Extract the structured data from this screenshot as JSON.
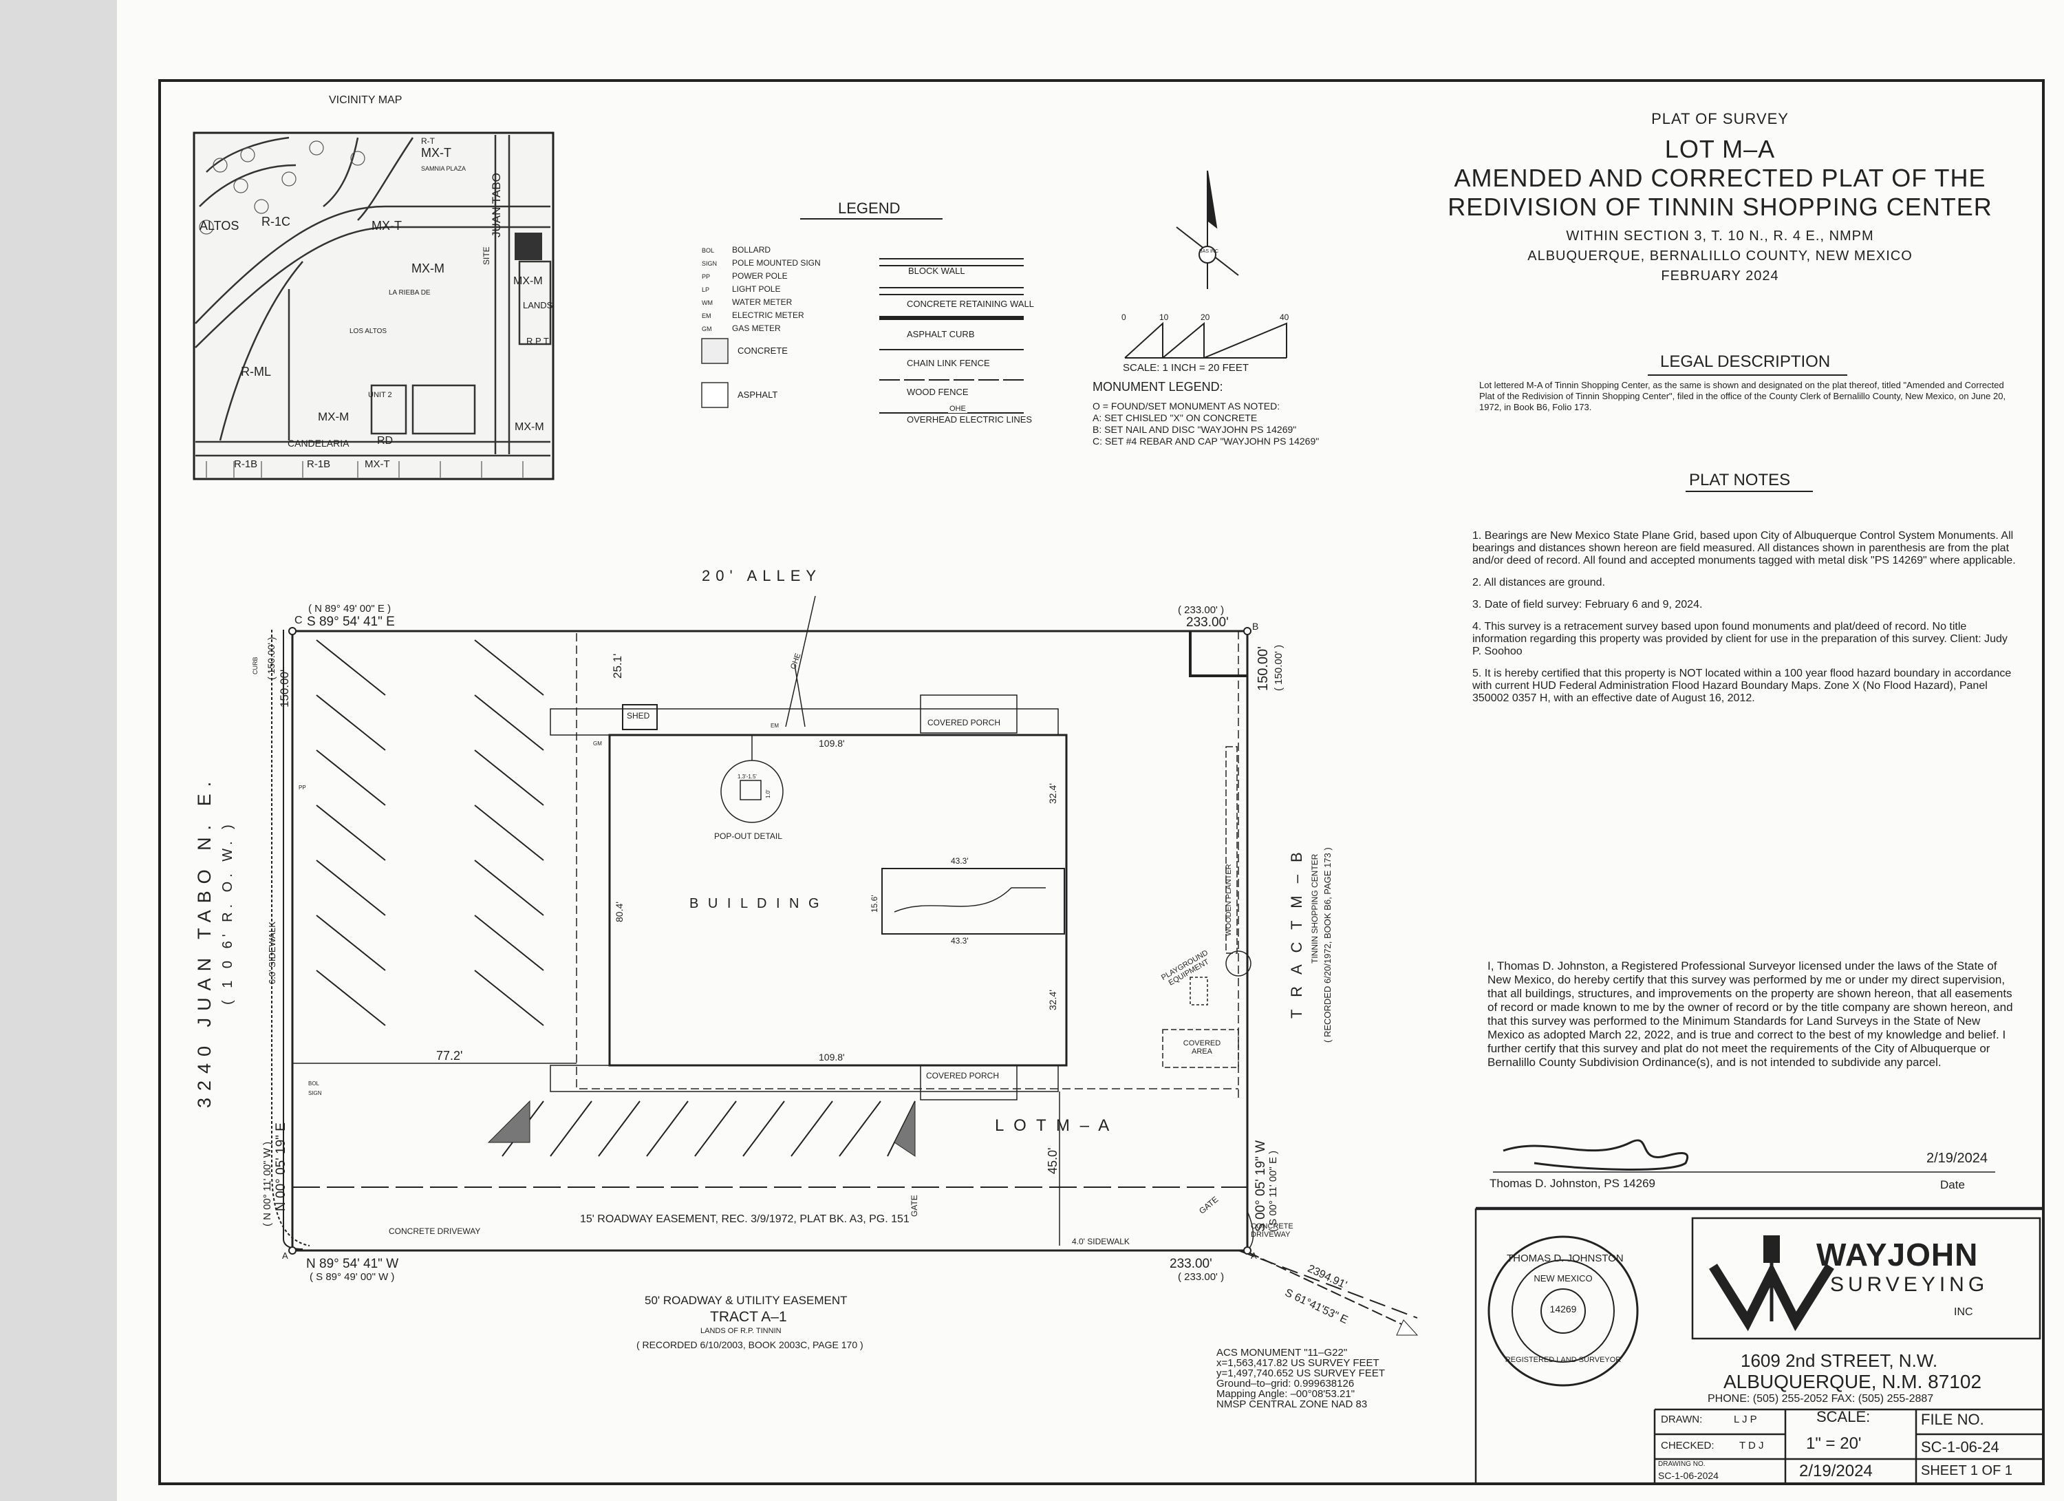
{
  "vicinity": {
    "title": "VICINITY MAP",
    "labels": {
      "mxt1": "MX-T",
      "mxt2": "MX-T",
      "rt": "R-T",
      "r1c": "R-1C",
      "mxm1": "MX-M",
      "mxm2": "MX-M",
      "mxm3": "MX-M",
      "mxm4": "MX-M",
      "rml": "R-ML",
      "r1b1": "R-1B",
      "r1b2": "R-1B",
      "mxt3": "MX-T",
      "altos": "ALTOS",
      "losaltos": "LOS ALTOS",
      "unit2": "UNIT 2",
      "candelaria": "CANDELARIA",
      "rd": "RD",
      "site": "SITE",
      "juantabo": "JUAN TABO",
      "lands": "LANDS",
      "rpt": "R P T",
      "samnia": "SAMNIA PLAZA",
      "larieba": "LA RIEBA DE"
    }
  },
  "legend": {
    "title": "LEGEND",
    "symbols": [
      {
        "code": "BOL",
        "label": "BOLLARD"
      },
      {
        "code": "SIGN",
        "label": "POLE MOUNTED SIGN"
      },
      {
        "code": "PP",
        "label": "POWER POLE"
      },
      {
        "code": "LP",
        "label": "LIGHT POLE"
      },
      {
        "code": "WM",
        "label": "WATER METER"
      },
      {
        "code": "EM",
        "label": "ELECTRIC METER"
      },
      {
        "code": "GM",
        "label": "GAS METER"
      }
    ],
    "areas": {
      "concrete": "CONCRETE",
      "asphalt": "ASPHALT"
    },
    "lines": {
      "block_wall": "BLOCK WALL",
      "retaining_wall": "CONCRETE RETAINING WALL",
      "asphalt_curb": "ASPHALT CURB",
      "chain_link": "CHAIN LINK FENCE",
      "wood_fence": "WOOD FENCE",
      "ohe": "OHE",
      "overhead": "OVERHEAD ELECTRIC LINES"
    }
  },
  "scale_bar": {
    "ticks": [
      "0",
      "10",
      "20",
      "40"
    ],
    "text": "SCALE:   1  INCH   =   20  FEET",
    "north_label": "BAS INC"
  },
  "monuments": {
    "title": "MONUMENT LEGEND:",
    "items": [
      "O = FOUND/SET MONUMENT AS NOTED:",
      "A:  SET CHISLED \"X\" ON CONCRETE",
      "B:  SET NAIL AND DISC \"WAYJOHN PS 14269\"",
      "C:  SET #4 REBAR AND CAP \"WAYJOHN PS 14269\""
    ]
  },
  "title_block": {
    "line1": "PLAT OF SURVEY",
    "line2": "LOT M–A",
    "line3": "AMENDED AND CORRECTED PLAT OF THE",
    "line4": "REDIVISION OF TINNIN SHOPPING CENTER",
    "line5": "WITHIN SECTION 3, T. 10 N., R. 4 E., NMPM",
    "line6": "ALBUQUERQUE, BERNALILLO COUNTY, NEW MEXICO",
    "line7": "FEBRUARY 2024"
  },
  "legal": {
    "title": "LEGAL DESCRIPTION",
    "text": "Lot lettered M-A of Tinnin Shopping Center, as the same is shown and designated on the plat thereof, titled \"Amended and Corrected Plat of the Redivision of Tinnin Shopping Center\", filed in the office of the County Clerk of Bernalillo County, New Mexico, on June 20, 1972, in Book B6, Folio 173."
  },
  "plat_notes": {
    "title": "PLAT NOTES",
    "items": [
      "1.  Bearings are New Mexico State Plane Grid, based upon City of Albuquerque Control System Monuments. All bearings and distances shown hereon are field measured. All distances shown in parenthesis are from the plat and/or deed of record. All found and accepted monuments tagged with metal disk \"PS 14269\" where applicable.",
      "2.  All distances are ground.",
      "3.  Date of field survey: February 6 and 9, 2024.",
      "4.  This survey is a retracement survey based upon found monuments and plat/deed of record. No title information regarding this property was provided by client for use in the preparation of this survey.  Client: Judy P. Soohoo",
      "5.  It is hereby certified that this property is NOT located within a 100 year flood hazard boundary in accordance with current HUD Federal Administration Flood Hazard Boundary Maps.  Zone X (No Flood Hazard), Panel 350002 0357 H, with an effective date of August 16, 2012."
    ]
  },
  "certification": {
    "text": "I, Thomas D. Johnston, a Registered Professional Surveyor licensed under the laws of the State of New Mexico, do hereby certify that this survey was performed by me or under my direct supervision, that all buildings, structures, and improvements on the property are shown hereon, that all easements of record or made known to me by the owner of record or by the title company are shown hereon, and that this survey was performed to the Minimum Standards for Land Surveys in the State of New Mexico as adopted March 22, 2022, and is true and correct to the best of my knowledge and belief.  I further certify that this survey and plat do not meet the requirements of the City of Albuquerque or Bernalillo County Subdivision Ordinance(s), and is not intended to subdivide any parcel.",
    "signer": "Thomas D. Johnston, PS 14269",
    "date_value": "2/19/2024",
    "date_label": "Date"
  },
  "seal": {
    "name": "THOMAS D. JOHNSTON",
    "state": "NEW MEXICO",
    "number": "14269",
    "bottom": "REGISTERED LAND SURVEYOR"
  },
  "company": {
    "logo_main": "WAYJOHN",
    "logo_sub": "SURVEYING",
    "logo_inc": "INC",
    "address1": "1609 2nd STREET, N.W.",
    "address2": "ALBUQUERQUE, N.M. 87102",
    "phone": "PHONE: (505) 255-2052  FAX: (505) 255-2887"
  },
  "drawing_info": {
    "drawn_label": "DRAWN:",
    "drawn_value": "L J P",
    "checked_label": "CHECKED:",
    "checked_value": "T D J",
    "drawing_no_label": "DRAWING NO.",
    "drawing_no_value": "SC-1-06-2024",
    "scale_label": "SCALE:",
    "scale_value": "1\"  =  20'",
    "date_value": "2/19/2024",
    "file_label": "FILE NO.",
    "file_value": "SC-1-06-24",
    "sheet_value": "SHEET 1 OF 1"
  },
  "plat": {
    "alley": "20'  ALLEY",
    "north_bearing_record": "( N 89° 49' 00\" E )",
    "north_bearing": "S 89° 54' 41\" E",
    "corner_c": "C",
    "corner_b": "B",
    "corner_a_left": "A",
    "corner_a_right": "A",
    "north_dist": "233.00'",
    "north_dist_record": "( 233.00' )",
    "west_top_dist": "150.00'",
    "west_top_record": "( 150.00' )",
    "east_dist": "150.00'",
    "east_record": "( 150.00' )",
    "west_bearing": "N 00° 05' 19\" E",
    "west_bearing_record": "( N 00° 11' 00\" W )",
    "east_bearing": "S 00° 05' 19\" W",
    "east_bearing_record": "( S 00° 11' 00\" E )",
    "south_bearing": "N 89° 54' 41\" W",
    "south_bearing_record": "( S 89° 49' 00\" W )",
    "south_dist": "233.00'",
    "south_dist_record": "( 233.00' )",
    "tie_dist": "2394.91'",
    "tie_bearing": "S 61°41'53\" E",
    "street": "3240  JUAN  TABO  N. E.",
    "street_row": "( 1 0 6'  R. O. W. )",
    "sidewalk_w": "6.0' SIDEWALK",
    "sidewalk_s": "4.0' SIDEWALK",
    "curb": "CURB",
    "shed": "SHED",
    "covered_porch_n": "COVERED PORCH",
    "covered_porch_s": "COVERED PORCH",
    "building": "B U I L D I N G",
    "pop_out": "POP-OUT DETAIL",
    "pop_dim1": "1.3'-1.5'",
    "pop_dim2": "1.0'",
    "dim_25": "25.1'",
    "dim_109n": "109.8'",
    "dim_109s": "109.8'",
    "dim_324a": "32.4'",
    "dim_324b": "32.4'",
    "dim_804": "80.4'",
    "dim_433a": "43.3'",
    "dim_433b": "43.3'",
    "dim_156": "15.6'",
    "dim_772": "77.2'",
    "dim_450": "45.0'",
    "wooden_planter": "WOODEN PLANTER",
    "playground": "PLAYGROUND EQUIPMENT",
    "covered_area": "COVERED AREA",
    "lot": "L O T     M – A",
    "tract_mb": "T R A C T   M – B",
    "tract_mb_sub": "TINNIN SHOPPING CENTER",
    "tract_mb_rec": "( RECORDED 6/20/1972, BOOK B6, PAGE 173 )",
    "roadway_easement": "15' ROADWAY EASEMENT, REC. 3/9/1972, PLAT BK. A3, PG. 151",
    "concrete_driveway_w": "CONCRETE DRIVEWAY",
    "concrete_driveway_e": "CONCRETE DRIVEWAY",
    "gate1": "GATE",
    "gate2": "GATE",
    "utility_easement": "50' ROADWAY & UTILITY EASEMENT",
    "tract_a1": "TRACT A–1",
    "tract_a1_sub": "LANDS OF R.P. TINNIN",
    "tract_a1_rec": "( RECORDED 6/10/2003, BOOK 2003C, PAGE 170 )",
    "ohe": "OHE",
    "pp": "PP",
    "gm": "GM",
    "em": "EM",
    "bol": "BOL",
    "sign": "SIGN"
  },
  "acs": {
    "lines": [
      "ACS MONUMENT  \"11–G22\"",
      "x=1,563,417.82 US SURVEY FEET",
      "y=1,497,740.652 US SURVEY FEET",
      "Ground–to–grid: 0.999638126",
      "Mapping Angle: –00°08'53.21\"",
      "NMSP CENTRAL ZONE NAD 83"
    ]
  }
}
